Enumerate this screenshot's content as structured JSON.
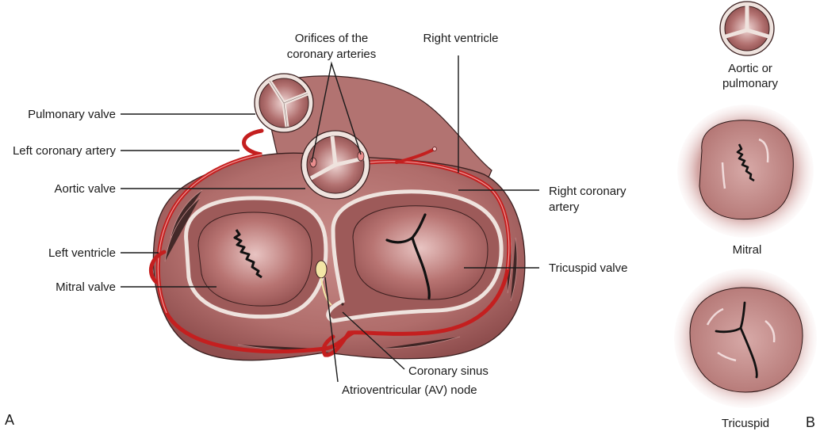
{
  "figure": {
    "panel_a_label": "A",
    "panel_b_label": "B"
  },
  "panel_a": {
    "labels": {
      "orifices_line1": "Orifices of the",
      "orifices_line2": "coronary arteries",
      "right_ventricle": "Right ventricle",
      "pulmonary_valve": "Pulmonary valve",
      "left_coronary_artery": "Left coronary artery",
      "aortic_valve": "Aortic valve",
      "right_coronary_artery_line1": "Right coronary",
      "right_coronary_artery_line2": "artery",
      "left_ventricle": "Left ventricle",
      "mitral_valve": "Mitral valve",
      "tricuspid_valve": "Tricuspid valve",
      "coronary_sinus": "Coronary sinus",
      "av_node": "Atrioventricular (AV) node"
    }
  },
  "panel_b": {
    "valves": [
      {
        "label_line1": "Aortic or",
        "label_line2": "pulmonary"
      },
      {
        "label_line1": "Mitral"
      },
      {
        "label_line1": "Tricuspid"
      }
    ]
  },
  "colors": {
    "myocardium": "#b57070",
    "myocardium_dark": "#8e4a4a",
    "valve_ring": "#efe3de",
    "artery": "#d42a2a",
    "av_node": "#f3e6a6",
    "outline": "#3a1f1f"
  }
}
